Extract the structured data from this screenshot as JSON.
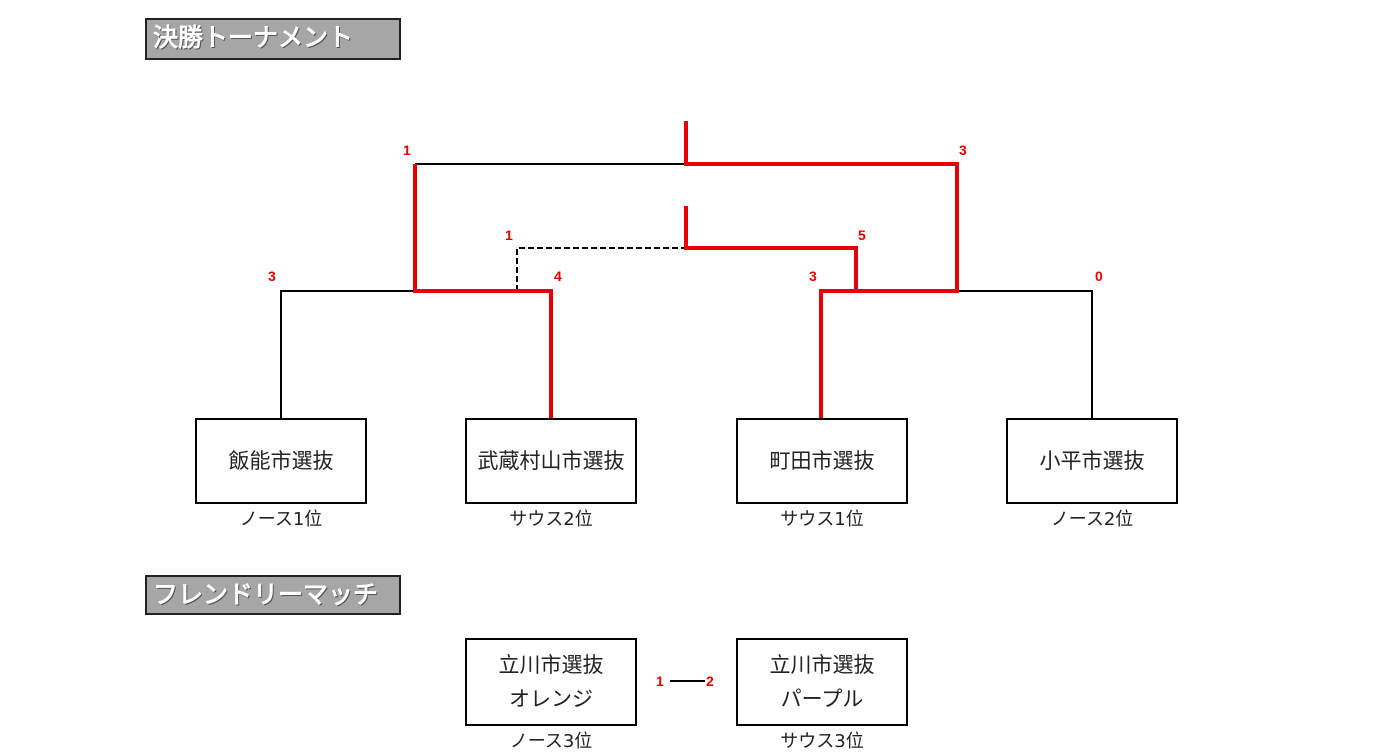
{
  "sections": {
    "tournament_title": "決勝トーナメント",
    "friendly_title": "フレンドリーマッチ"
  },
  "tournament": {
    "teams": [
      {
        "name": "飯能市選抜",
        "rank": "ノース1位"
      },
      {
        "name": "武蔵村山市選抜",
        "rank": "サウス2位"
      },
      {
        "name": "町田市選抜",
        "rank": "サウス1位"
      },
      {
        "name": "小平市選抜",
        "rank": "ノース2位"
      }
    ],
    "semifinal_left": {
      "score_a": "3",
      "score_b": "4",
      "winner": "武蔵村山市選抜"
    },
    "semifinal_right": {
      "score_a": "3",
      "score_b": "0",
      "winner": "町田市選抜"
    },
    "third_place_match": {
      "score_left": "1",
      "score_right": "5"
    },
    "final": {
      "score_left": "1",
      "score_right": "3"
    }
  },
  "friendly": {
    "left_team": {
      "line1": "立川市選抜",
      "line2": "オレンジ",
      "rank": "ノース3位",
      "score": "1"
    },
    "right_team": {
      "line1": "立川市選抜",
      "line2": "パープル",
      "rank": "サウス3位",
      "score": "2"
    }
  },
  "colors": {
    "winner_line": "#e60000",
    "score": "#e00000",
    "title_bg": "#a6a6a6"
  }
}
